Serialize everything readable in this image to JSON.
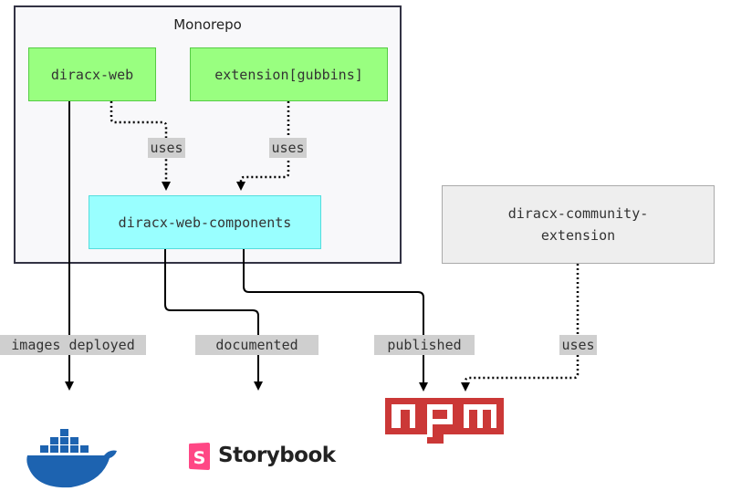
{
  "cluster": {
    "title": "Monorepo"
  },
  "nodes": {
    "diracx_web": "diracx-web",
    "extension_gubbins": "extension[gubbins]",
    "diracx_web_components": "diracx-web-components",
    "community_extension_line1": "diracx-community-",
    "community_extension_line2": "extension"
  },
  "edges": {
    "uses_1": "uses",
    "uses_2": "uses",
    "images_deployed": "images deployed",
    "documented": "documented",
    "published": "published",
    "uses_3": "uses"
  },
  "logos": {
    "docker": "docker-logo",
    "storybook": "Storybook",
    "npm": "npm-logo"
  },
  "colors": {
    "app_node": "#99ff80",
    "library_node": "#99ffff",
    "external_node": "#eeeeee",
    "storybook_pink": "#ff4785",
    "npm_red": "#cb3837",
    "docker_blue": "#1d63b0"
  }
}
